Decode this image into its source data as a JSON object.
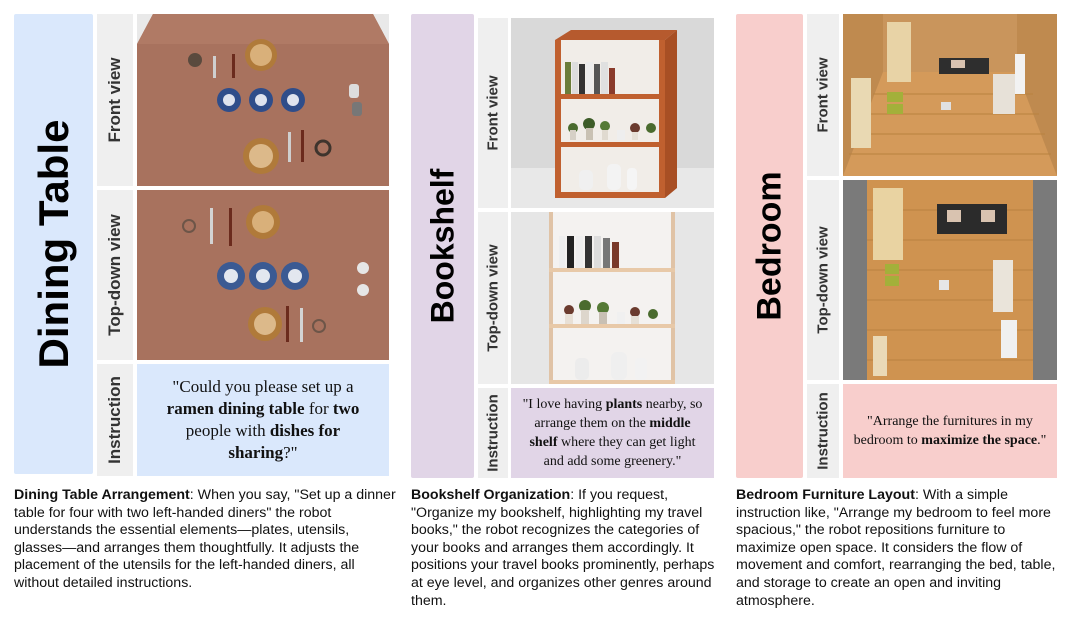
{
  "panels": [
    {
      "banner_title": "Dining Table",
      "banner_color": "#dae8fc",
      "view_labels": {
        "front": "Front view",
        "top": "Top-down view",
        "instruction": "Instruction"
      },
      "instruction": {
        "pre": "\"Could you please set up a ",
        "b1": "ramen dining table",
        "mid1": " for ",
        "b2": "two",
        "mid2": " people with ",
        "b3": "dishes for sharing",
        "post": "?\""
      },
      "instruction_color": "#dae8fc",
      "description": {
        "title": "Dining Table Arrangement",
        "body": ": When you say, \"Set up a dinner table for four with two left-handed diners\" the robot understands the essential elements—plates, utensils, glasses—and arranges them thoughtfully. It adjusts the placement of the utensils for the left-handed diners, all without detailed instructions."
      }
    },
    {
      "banner_title": "Bookshelf",
      "banner_color": "#e1d5e7",
      "view_labels": {
        "front": "Front view",
        "top": "Top-down view",
        "instruction": "Instruction"
      },
      "instruction": {
        "pre": "\"I love having ",
        "b1": "plants",
        "mid1": " nearby, so arrange them on the ",
        "b2": "middle shelf",
        "post": " where they can get light and add some greenery.\""
      },
      "instruction_color": "#e1d5e7",
      "description": {
        "title": "Bookshelf Organization",
        "body": ": If you request, \"Organize my bookshelf, highlighting my travel books,\" the robot recognizes the categories of your books and arranges them accordingly. It positions your travel books prominently, perhaps at eye level, and organizes other genres around them."
      }
    },
    {
      "banner_title": "Bedroom",
      "banner_color": "#f8cecc",
      "view_labels": {
        "front": "Front view",
        "top": "Top-down view",
        "instruction": "Instruction"
      },
      "instruction": {
        "pre": "\"Arrange the furnitures in my bedroom to ",
        "b1": "maximize the space",
        "post": ".\""
      },
      "instruction_color": "#f8cecc",
      "description": {
        "title": "Bedroom Furniture Layout",
        "body": ": With a simple instruction like, \"Arrange my bedroom to feel more spacious,\" the robot repositions furniture to maximize open space. It considers the flow of movement and comfort, rearranging the bed, table, and storage to create an open and inviting atmosphere."
      }
    }
  ]
}
